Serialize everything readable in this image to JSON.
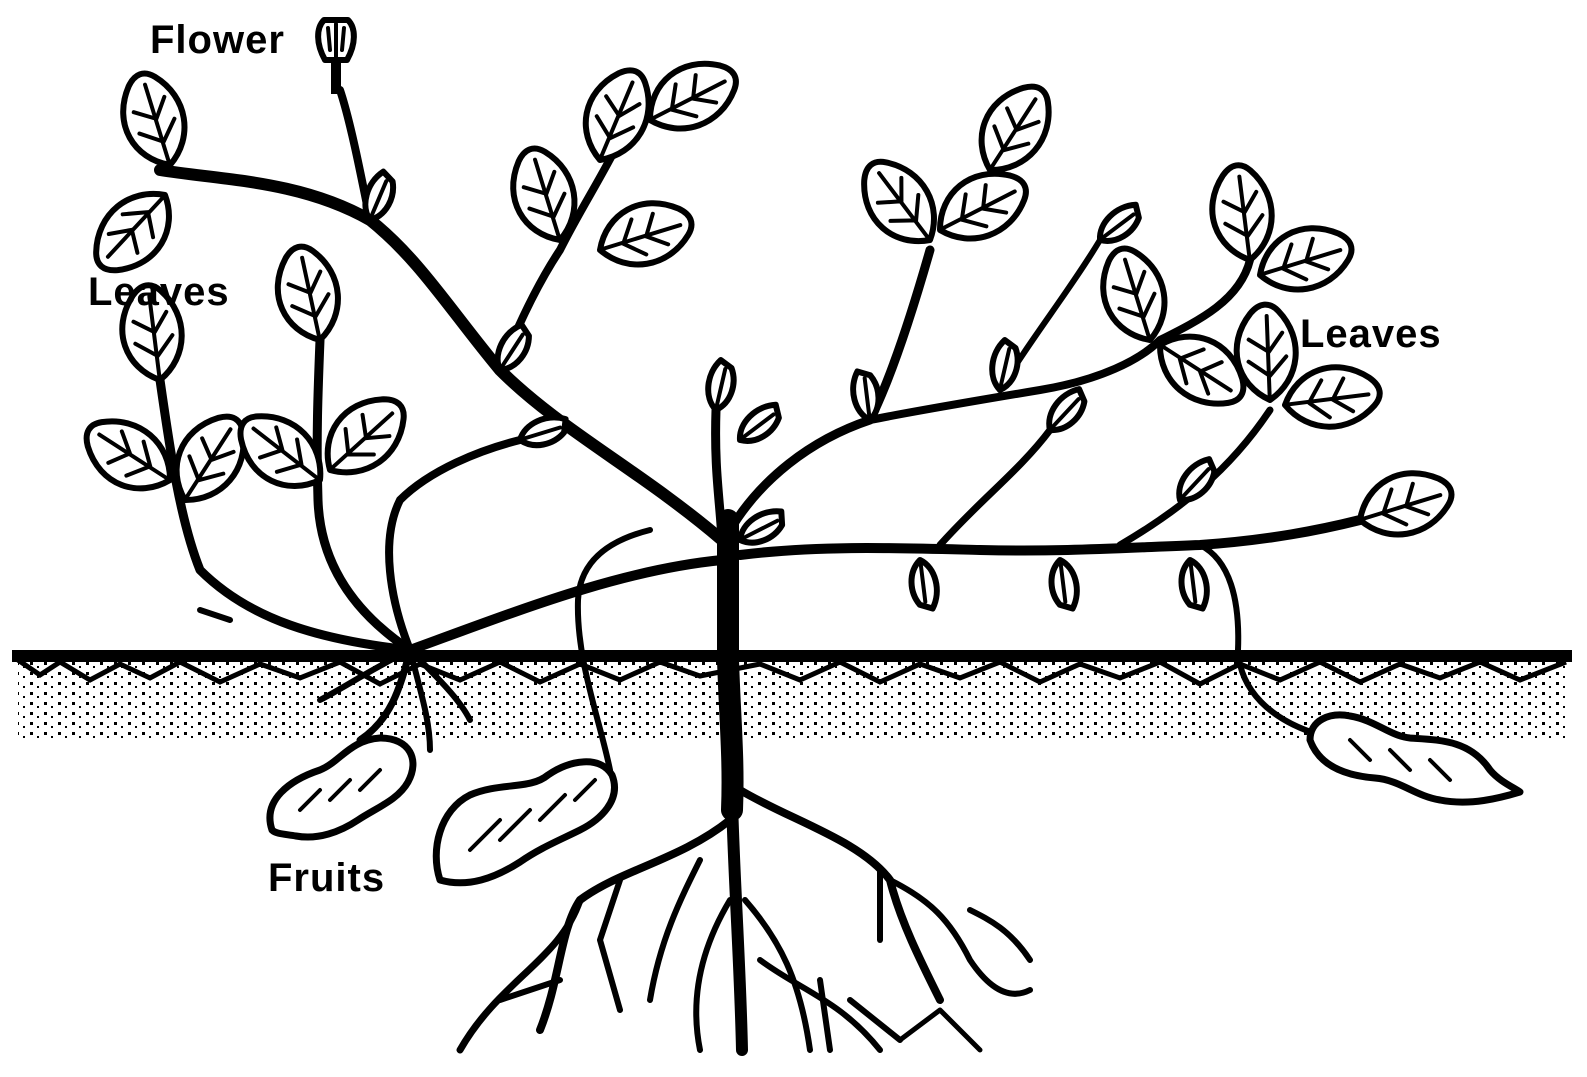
{
  "diagram": {
    "labels": {
      "flower": "Flower",
      "leaves_left": "Leaves",
      "leaves_right": "Leaves",
      "fruits": "Fruits"
    },
    "ink_color": "#000000",
    "background_color": "#ffffff"
  }
}
